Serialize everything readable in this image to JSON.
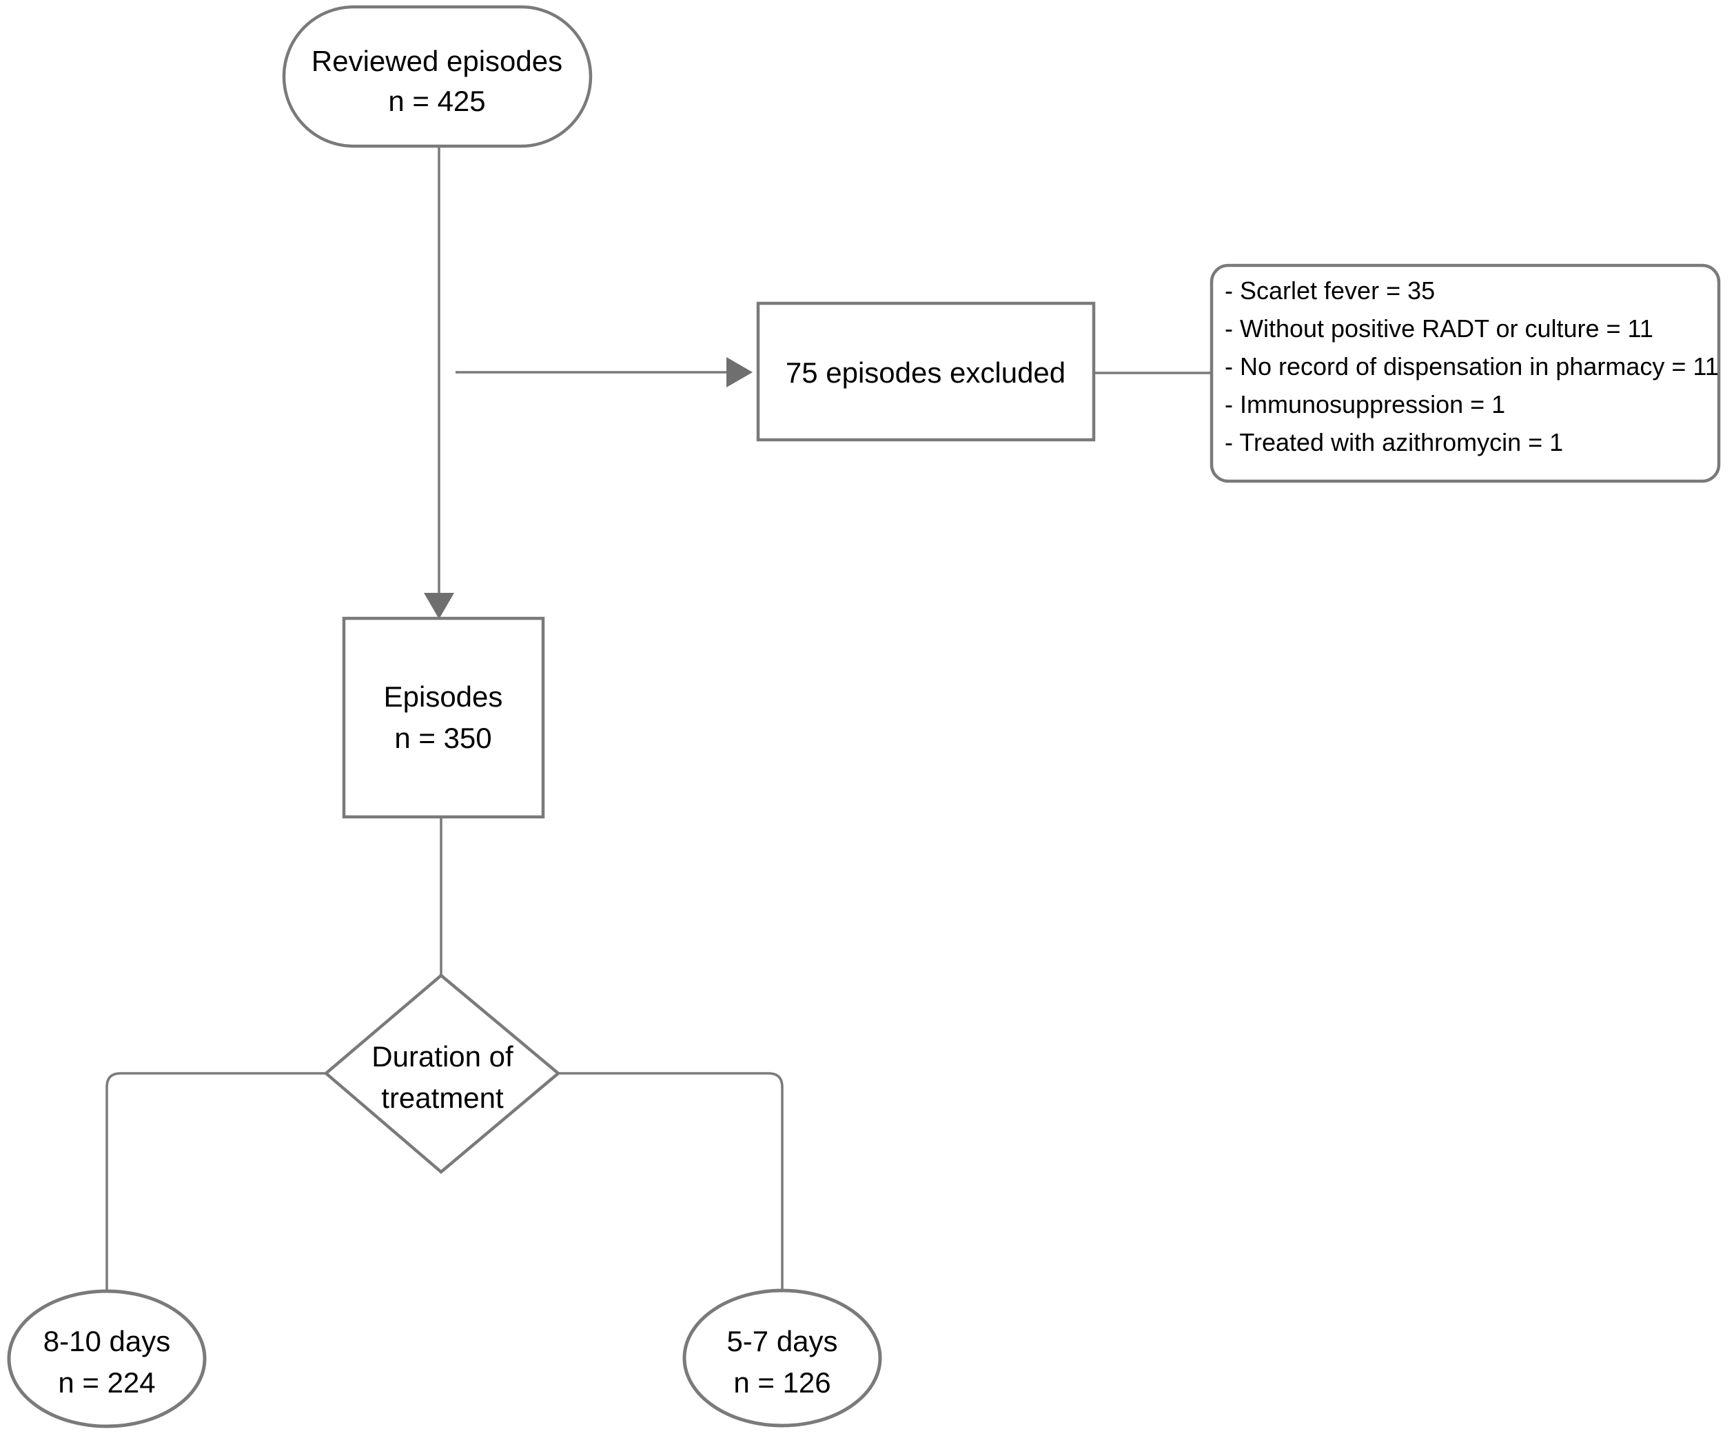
{
  "figure": {
    "type": "study-flowchart",
    "background": "#ffffff",
    "line_color": "#7a7a7a",
    "arrow_color": "#6f6f6f",
    "text_color": "#000000",
    "nodes": {
      "reviewed_episodes": {
        "label": "Reviewed episodes",
        "count": "n = 425"
      },
      "excluded": {
        "label": "75 episodes excluded"
      },
      "exclusion_reasons": {
        "items": [
          "- Scarlet fever = 35",
          "- Without positive RADT or culture = 11",
          "- No record of dispensation in pharmacy = 11",
          "- Immunosuppression = 1",
          "- Treated with azithromycin = 1"
        ]
      },
      "episodes": {
        "label": "Episodes",
        "count": "n = 350"
      },
      "duration_decision": {
        "label_line1": "Duration of",
        "label_line2": "treatment"
      },
      "outcome_long": {
        "label": "8-10 days",
        "count": "n = 224"
      },
      "outcome_short": {
        "label": "5-7 days",
        "count": "n = 126"
      }
    }
  }
}
